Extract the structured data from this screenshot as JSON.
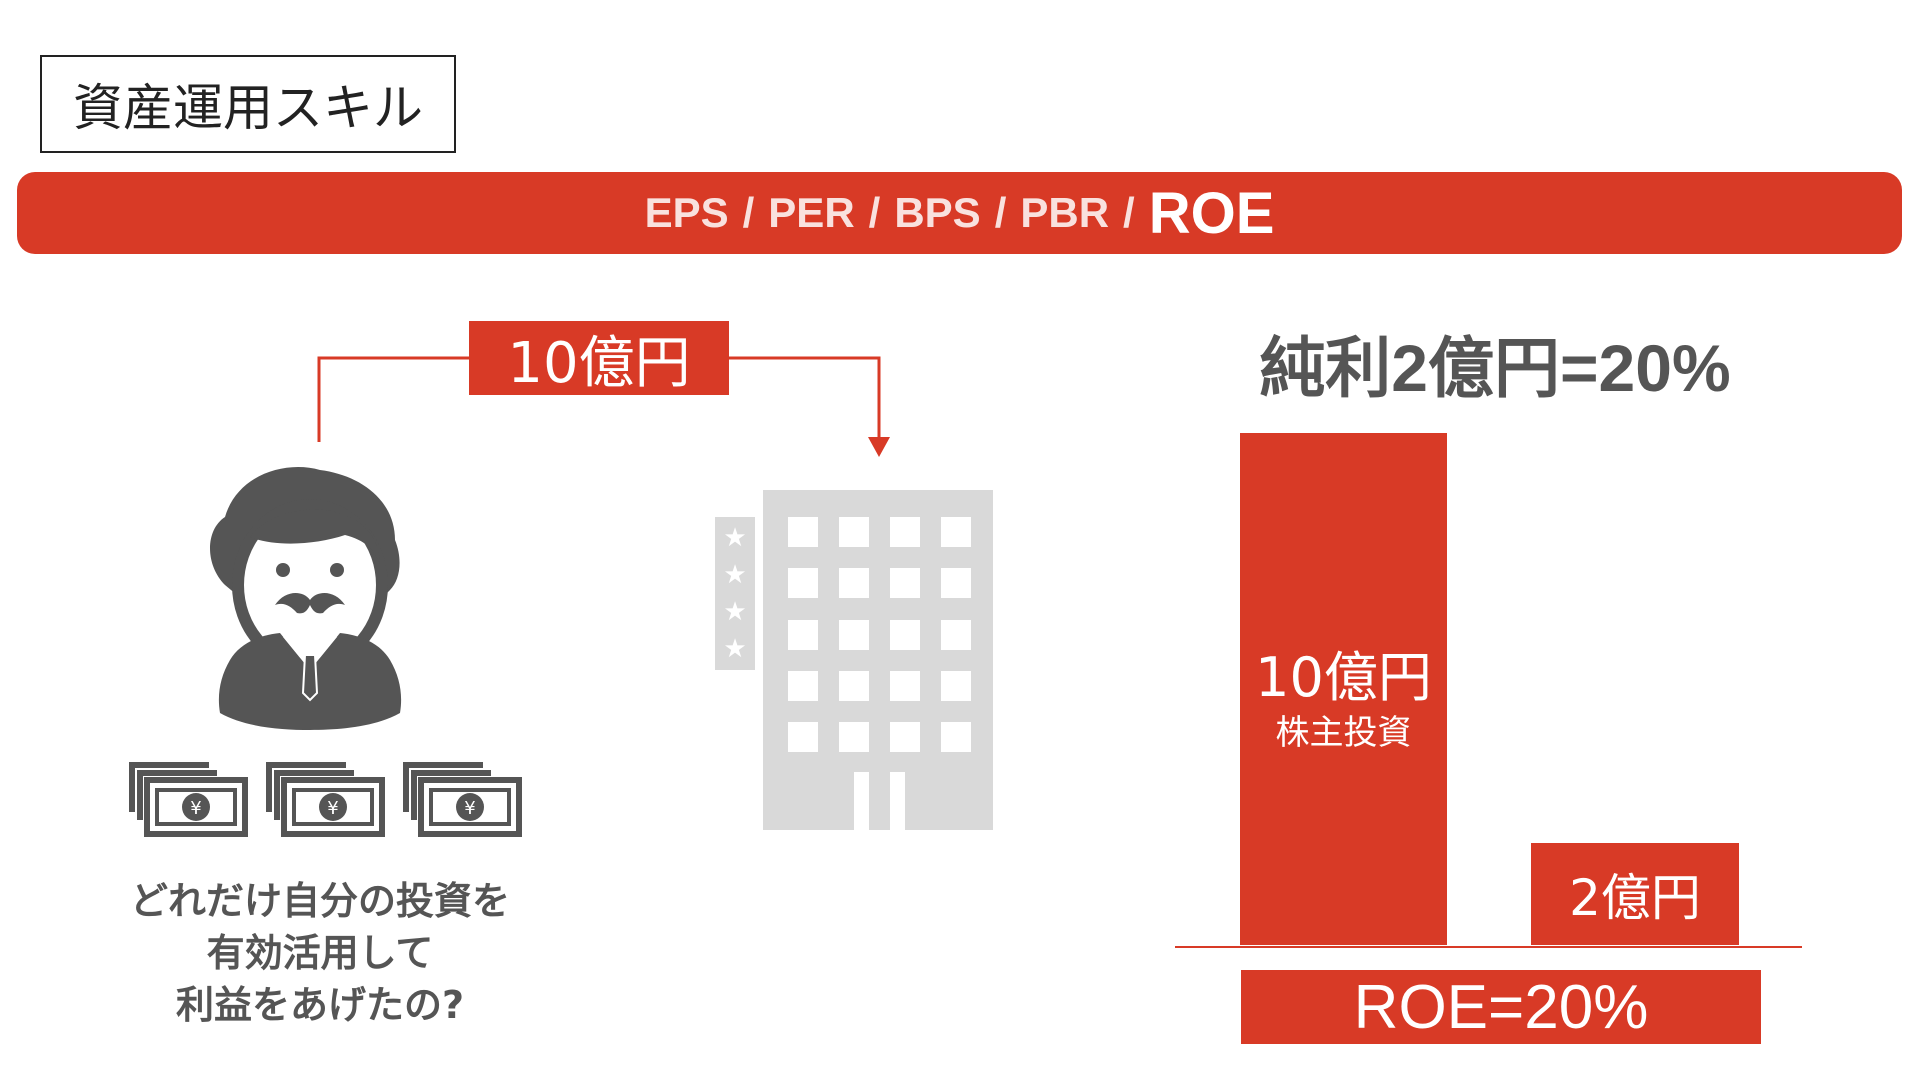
{
  "title": "資産運用スキル",
  "metrics": {
    "eps": "EPS",
    "per": "PER",
    "bps": "BPS",
    "pbr": "PBR",
    "roe": "ROE",
    "separator": "/"
  },
  "investment_flow": {
    "amount_label": "10億円"
  },
  "question": {
    "line1": "どれだけ自分の投資を",
    "line2": "有効活用して",
    "line3": "利益をあげたの?"
  },
  "chart_data": {
    "type": "bar",
    "title": "純利2億円=20%",
    "categories": [
      "株主投資",
      ""
    ],
    "values": [
      10,
      2
    ],
    "value_labels": [
      "10億円",
      "2億円"
    ],
    "bar_caption": "株主投資",
    "result_label": "ROE=20%",
    "ylim": [
      0,
      10
    ]
  },
  "colors": {
    "accent": "#d83a26",
    "icon_dark": "#555555",
    "building_gray": "#d9d9d9"
  },
  "icons": {
    "person": "investor-icon",
    "money": "yen-banknotes-icon",
    "building": "hotel-building-icon",
    "stars": "star-icon"
  }
}
